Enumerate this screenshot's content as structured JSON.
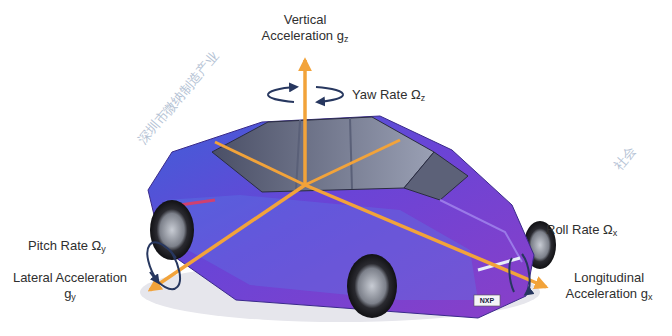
{
  "diagram": {
    "labels": [
      "Vertical Acceleration gz",
      "Yaw Rate Ωz",
      "Pitch Rate Ωy",
      "Lateral Acceleration gy",
      "Roll Rate Ωx",
      "Longitudinal Acceleration gx",
      "NXP",
      "深圳市微纳制造产业",
      "社会"
    ]
  }
}
